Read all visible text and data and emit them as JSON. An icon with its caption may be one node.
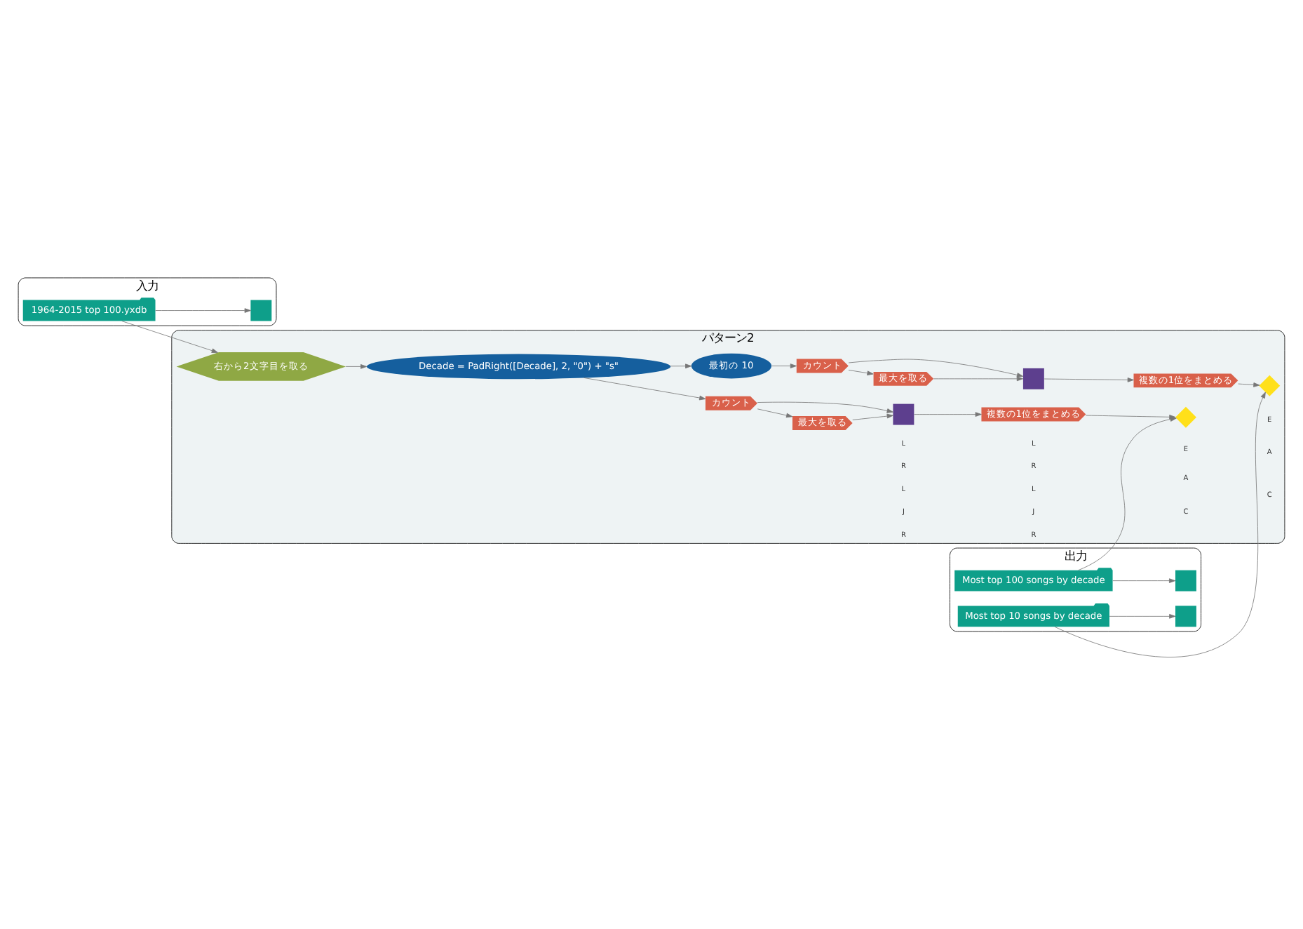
{
  "diagram": {
    "nodes": [
      {
        "text": [
          "入力"
        ]
      },
      {
        "text": [
          "1964-2015 top 100.yxdb"
        ],
        "in": 0
      },
      {
        "text": [],
        "shape": "box",
        "in": 0
      },
      {
        "text": [
          "出力"
        ]
      },
      {
        "text": [
          "Most top 100 songs by decade"
        ],
        "in": 3
      },
      {
        "text": [],
        "shape": "box",
        "in": 3
      },
      {
        "text": [
          "Most top 10 songs by decade"
        ],
        "in": 3
      },
      {
        "text": [],
        "shape": "box",
        "in": 3
      },
      {
        "text": [
          "パターン2"
        ]
      },
      {
        "text": [
          "右から2文字目を取る"
        ],
        "in": 8
      },
      {
        "text": [
          "Decade = PadRight([Decade], 2, \"0\") + \"s\""
        ],
        "in": 8
      },
      {
        "text": [
          "カウント"
        ],
        "in": 8
      },
      {
        "text": [
          "最大を取る"
        ],
        "in": 8
      },
      {
        "text": [],
        "shape": "box",
        "in": 8
      },
      {
        "text": [
          "複数の1位をまとめる"
        ],
        "in": 8
      },
      {
        "text": [],
        "shape": "diamond",
        "in": 8
      },
      {
        "text": [
          "最初の 10"
        ],
        "in": 8
      },
      {
        "text": [
          "カウント"
        ],
        "in": 8
      },
      {
        "text": [
          "最大を取る"
        ],
        "in": 8
      },
      {
        "text": [],
        "shape": "box",
        "in": 8
      },
      {
        "text": [
          "複数の1位をまとめる"
        ],
        "in": 8
      },
      {
        "text": [],
        "shape": "diamond",
        "in": 8
      }
    ],
    "edges": [
      {
        "from": 1,
        "to": 2,
        "arrow": "to"
      },
      {
        "from": 1,
        "to": 9,
        "arrow": "to"
      },
      {
        "from": 4,
        "to": 5,
        "arrow": "to"
      },
      {
        "from": 6,
        "to": 7,
        "arrow": "to"
      },
      {
        "from": 9,
        "to": 10,
        "arrow": "to"
      },
      {
        "from": 10,
        "to": 11,
        "arrow": "to"
      },
      {
        "from": 10,
        "to": 16,
        "arrow": "to"
      },
      {
        "from": 11,
        "to": 12,
        "arrow": "to"
      },
      {
        "from": 11,
        "to": 13,
        "arrow": "to"
      },
      {
        "from": 12,
        "to": 13,
        "arrow": "to"
      },
      {
        "from": 13,
        "to": 14,
        "arrow": "to"
      },
      {
        "from": 14,
        "to": 15,
        "arrow": "to"
      },
      {
        "from": 4,
        "to": 15,
        "arrow": "to"
      },
      {
        "from": 16,
        "to": 17,
        "arrow": "to"
      },
      {
        "from": 17,
        "to": 18,
        "arrow": "to"
      },
      {
        "from": 17,
        "to": 19,
        "arrow": "to"
      },
      {
        "from": 18,
        "to": 19,
        "arrow": "to"
      },
      {
        "from": 19,
        "to": 20,
        "arrow": "to"
      },
      {
        "from": 20,
        "to": 21,
        "arrow": "to"
      },
      {
        "from": 6,
        "to": 21,
        "arrow": "to"
      }
    ],
    "labels": [
      "L",
      "R",
      "L",
      "J",
      "R",
      "E",
      "A",
      "C",
      "L",
      "R",
      "L",
      "J",
      "R",
      "E",
      "A",
      "C"
    ]
  }
}
